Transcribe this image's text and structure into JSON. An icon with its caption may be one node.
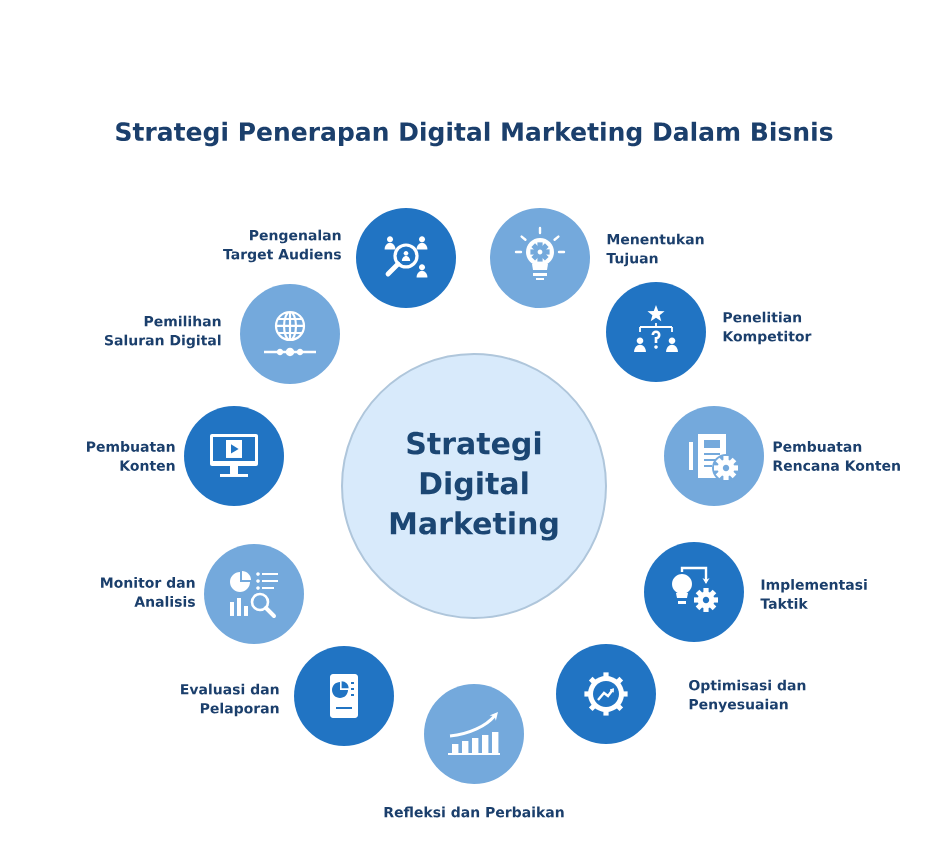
{
  "diagram": {
    "title": "Strategi Penerapan Digital Marketing Dalam Bisnis",
    "nodes": [
      {
        "text": [
          "Strategi Digital Marketing"
        ]
      },
      {
        "text": [],
        "shape": "circle",
        "beside": [
          "Pengenalan Target Audiens"
        ]
      },
      {
        "text": [],
        "shape": "circle",
        "beside": [
          "Menentukan Tujuan"
        ]
      },
      {
        "text": [],
        "shape": "circle",
        "beside": [
          "Penelitian Kompetitor"
        ]
      },
      {
        "text": [],
        "shape": "circle",
        "beside": [
          "Pembuatan Rencana Konten"
        ]
      },
      {
        "text": [],
        "shape": "circle",
        "beside": [
          "Implementasi Taktik"
        ]
      },
      {
        "text": [],
        "shape": "circle",
        "beside": [
          "Optimisasi dan Penyesuaian"
        ]
      },
      {
        "text": [],
        "shape": "circle",
        "beside": [
          "Refleksi dan Perbaikan"
        ]
      },
      {
        "text": [],
        "shape": "circle",
        "beside": [
          "Evaluasi dan Pelaporan"
        ]
      },
      {
        "text": [],
        "shape": "circle",
        "beside": [
          "Monitor dan Analisis"
        ]
      },
      {
        "text": [],
        "shape": "circle",
        "beside": [
          "Pembuatan Konten"
        ]
      },
      {
        "text": [],
        "shape": "circle",
        "beside": [
          "Pemilihan Saluran Digital"
        ]
      }
    ]
  }
}
